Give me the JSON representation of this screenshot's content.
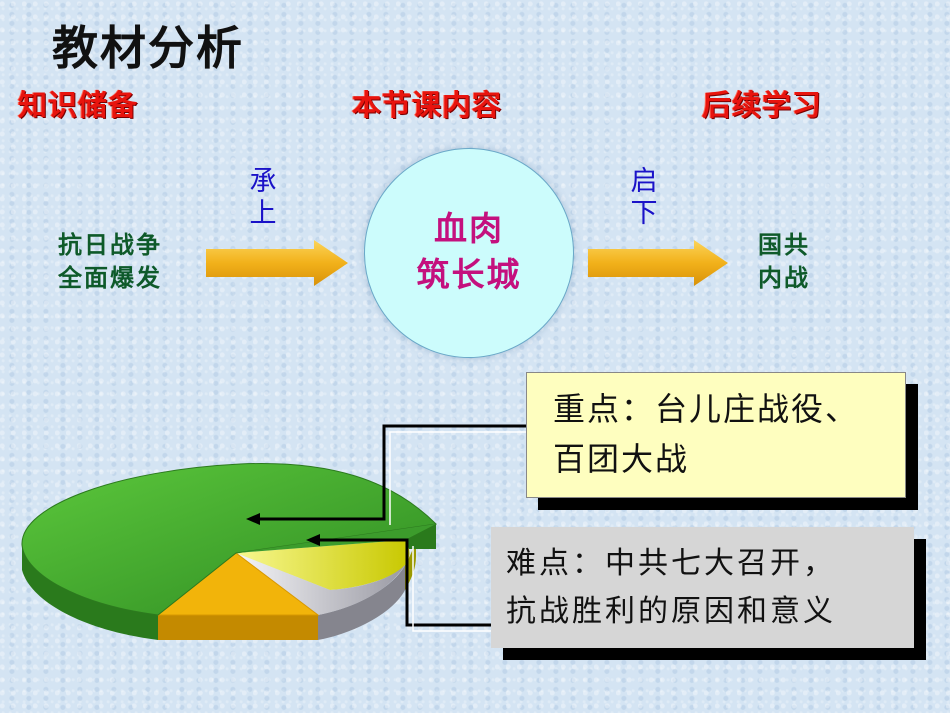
{
  "title": "教材分析",
  "headings": {
    "prior": "知识储备",
    "current": "本节课内容",
    "next": "后续学习"
  },
  "left_topic": [
    "抗日战争",
    "全面爆发"
  ],
  "inherit_label": "承上",
  "center_topic": [
    "血肉",
    "筑长城"
  ],
  "lead_label": "启下",
  "right_topic": [
    "国共",
    "内战"
  ],
  "key_point": [
    "重点：台儿庄战役、",
    "百团大战"
  ],
  "difficult_point": [
    "难点：中共七大召开，",
    "抗战胜利的原因和意义"
  ],
  "colors": {
    "heading_red": "#e8140e",
    "topic_green": "#0e5a2a",
    "label_blue": "#1a12c8",
    "center_magenta": "#c4107e",
    "arrow_orange": "#f2b11a",
    "circle_fill": "#ccfcfc",
    "key_box": "#fefebf",
    "difficult_box": "#d6d6d6",
    "pie_green": "#3c9c2c",
    "pie_orange": "#f2b40a",
    "pie_gray": "#bdbdc4",
    "pie_yellow": "#d6d60e"
  }
}
